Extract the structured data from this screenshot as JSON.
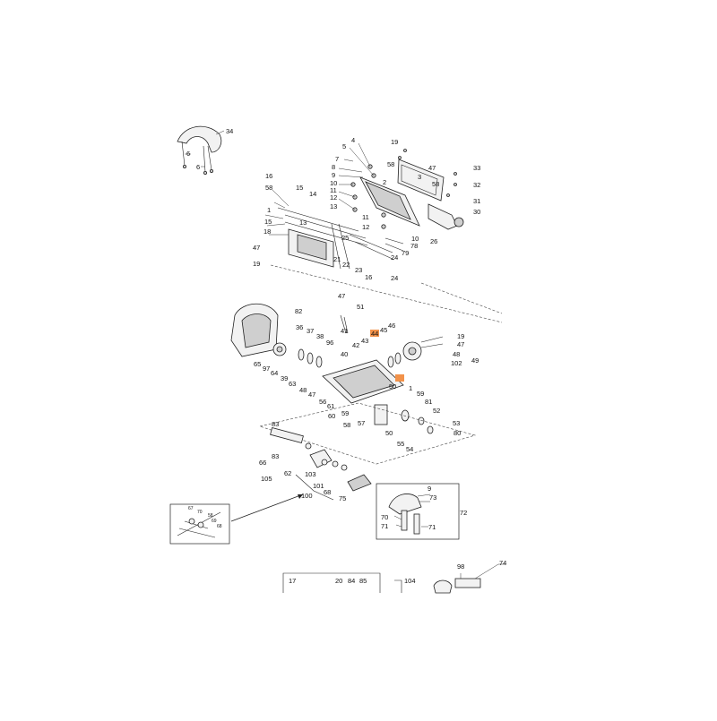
{
  "labels": {
    "l6a": "6",
    "l6b": "6",
    "l34": "34",
    "l4": "4",
    "l5": "5",
    "l19a": "19",
    "l7": "7",
    "l8": "8",
    "l9a": "9",
    "l10a": "10",
    "l11a": "11",
    "l12a": "12",
    "l13": "13",
    "l58a": "58",
    "l2": "2",
    "l3": "3",
    "l47a": "47",
    "l33": "33",
    "l32": "32",
    "l31": "31",
    "l30": "30",
    "l11b": "11",
    "l12b": "12",
    "l10b": "10",
    "l26": "26",
    "l78": "78",
    "l79": "79",
    "l16a": "16",
    "l58b": "58",
    "l15a": "15",
    "l14": "14",
    "l1a": "1",
    "l15b": "15",
    "l13b": "13",
    "l18": "18",
    "l25": "25",
    "l21": "21",
    "l22": "22",
    "l23": "23",
    "l24a": "24",
    "l16b": "16",
    "l24b": "24",
    "l47b": "47",
    "l19b": "19",
    "l47c": "47",
    "l51": "51",
    "l82": "82",
    "l36": "36",
    "l37": "37",
    "l38": "38",
    "l96": "96",
    "l41": "41",
    "l42": "42",
    "l44": "44",
    "l43": "43",
    "l46": "46",
    "l45": "45",
    "l19c": "19",
    "l47d": "47",
    "l48": "48",
    "l102": "102",
    "l49": "49",
    "l65": "65",
    "l97": "97",
    "l64": "64",
    "l39": "39",
    "l63": "63",
    "l48b": "48",
    "l40": "40",
    "l50a": "50",
    "l1b": "1",
    "l59a": "59",
    "l81": "81",
    "l47e": "47",
    "l56": "56",
    "l61": "61",
    "l60": "60",
    "l59b": "59",
    "l52": "52",
    "l53": "53",
    "l57": "57",
    "l58c": "58",
    "l50b": "50",
    "l55": "55",
    "l54": "54",
    "l80": "80",
    "l83": "83",
    "l66": "66",
    "l62": "62",
    "l105": "105",
    "l103": "103",
    "l101": "101",
    "l100": "100",
    "l68": "68",
    "l75": "75",
    "l9b": "9",
    "l73": "73",
    "l70": "70",
    "l71a": "71",
    "l71b": "71",
    "l72": "72",
    "l67": "67",
    "l70b": "70",
    "l58d": "58",
    "l69": "69",
    "l68b": "68",
    "l17": "17",
    "l20": "20",
    "l84": "84",
    "l85": "85",
    "l104": "104",
    "l98": "98",
    "l74": "74"
  },
  "colors": {
    "highlight": "#f2924a"
  }
}
